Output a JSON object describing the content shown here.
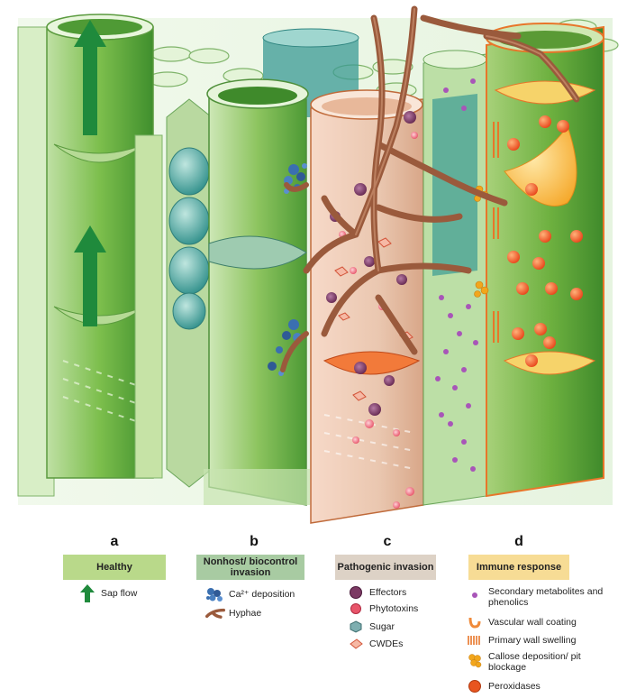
{
  "panels": [
    {
      "letter": "a",
      "header": "Healthy",
      "header_color": "#b9d98a"
    },
    {
      "letter": "b",
      "header": "Nonhost/ biocontrol invasion",
      "header_color": "#a8cba2"
    },
    {
      "letter": "c",
      "header": "Pathogenic invasion",
      "header_color": "#ddd2c6"
    },
    {
      "letter": "d",
      "header": "Immune response",
      "header_color": "#f7dc95"
    }
  ],
  "legend": {
    "a": [
      {
        "icon": "green-arrow-icon",
        "label": "Sap flow"
      }
    ],
    "b": [
      {
        "icon": "calcium-cluster-icon",
        "label": "Ca²⁺ deposition"
      },
      {
        "icon": "hyphae-icon",
        "label": "Hyphae"
      }
    ],
    "c": [
      {
        "icon": "effector-icon",
        "label": "Effectors"
      },
      {
        "icon": "phytotoxin-icon",
        "label": "Phytotoxins"
      },
      {
        "icon": "sugar-hexagon-icon",
        "label": "Sugar"
      },
      {
        "icon": "cwde-icon",
        "label": "CWDEs"
      }
    ],
    "d": [
      {
        "icon": "purple-dot-icon",
        "label": "Secondary metabolites and phenolics"
      },
      {
        "icon": "wall-coating-icon",
        "label": "Vascular wall coating"
      },
      {
        "icon": "wall-swelling-icon",
        "label": "Primary wall swelling"
      },
      {
        "icon": "callose-icon",
        "label": "Callose deposition/ pit blockage"
      },
      {
        "icon": "peroxidase-icon",
        "label": "Peroxidases"
      }
    ]
  },
  "colors": {
    "healthy_green": "#6fb03f",
    "sap_arrow": "#1f8a3c",
    "hyphae": "#9a5a3c",
    "effector": "#7c3a64",
    "phytotoxin": "#e8556a",
    "sugar": "#6a9a9a",
    "peroxidase": "#e8551f",
    "callose": "#f2a61c",
    "secondary_metabolite": "#a855b8"
  }
}
